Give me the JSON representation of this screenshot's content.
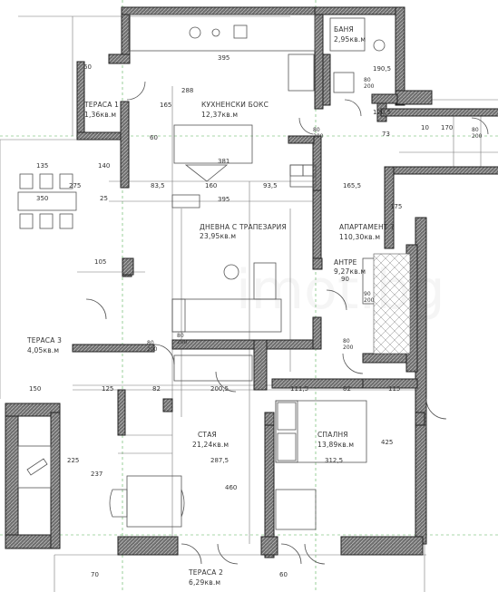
{
  "rooms": {
    "terrace1": {
      "name": "ТЕРАСА 1",
      "area": "1,36кв.м"
    },
    "kitchen": {
      "name": "КУХНЕНСКИ БОКС",
      "area": "12,37кв.м"
    },
    "bath": {
      "name": "БАНЯ",
      "area": "2,95кв.м"
    },
    "living": {
      "name": "ДНЕВНА С ТРАПЕЗАРИЯ",
      "area": "23,95кв.м"
    },
    "apartment": {
      "name": "АПАРТАМЕНТ 7",
      "area": "110,30кв.м"
    },
    "hall": {
      "name": "АНТРЕ",
      "area": "9,27кв.м"
    },
    "terrace3": {
      "name": "ТЕРАСА 3",
      "area": "4,05кв.м"
    },
    "room": {
      "name": "СТАЯ",
      "area": "21,24кв.м"
    },
    "bedroom": {
      "name": "СПАЛНЯ",
      "area": "13,89кв.м"
    },
    "terrace2": {
      "name": "ТЕРАСА 2",
      "area": "6,29кв.м"
    }
  },
  "dimensions": {
    "d395_top": "395",
    "d288": "288",
    "d165": "165",
    "d381": "381",
    "d135": "135",
    "d140": "140",
    "d83_5": "83,5",
    "d160": "160",
    "d93_5": "93,5",
    "d165_5": "165,5",
    "d395_mid": "395",
    "d60": "60",
    "d275": "275",
    "d350": "350",
    "d25": "25",
    "d175": "175",
    "d105": "105",
    "d90": "90",
    "d150": "150",
    "d125": "125",
    "d82a": "82",
    "d200_5": "200,5",
    "d111_5": "111,5",
    "d82b": "82",
    "d115": "115",
    "d225": "225",
    "d287_5": "287,5",
    "d312_5": "312,5",
    "d460": "460",
    "d425": "425",
    "d237": "237",
    "d70": "70",
    "d60b": "60",
    "d170": "170",
    "d190_5": "190,5",
    "d120_5": "120,5",
    "d73": "73",
    "d10": "10",
    "d60c": "60"
  },
  "doors": {
    "kitchen_door": "80\n200",
    "bath_door": "80\n200",
    "hall_door": "90\n200",
    "room_door": "80\n200",
    "bed_door": "80\n200",
    "living_door": "80\n200",
    "terrace_door": "80\n200"
  },
  "watermark": "imot.bg"
}
